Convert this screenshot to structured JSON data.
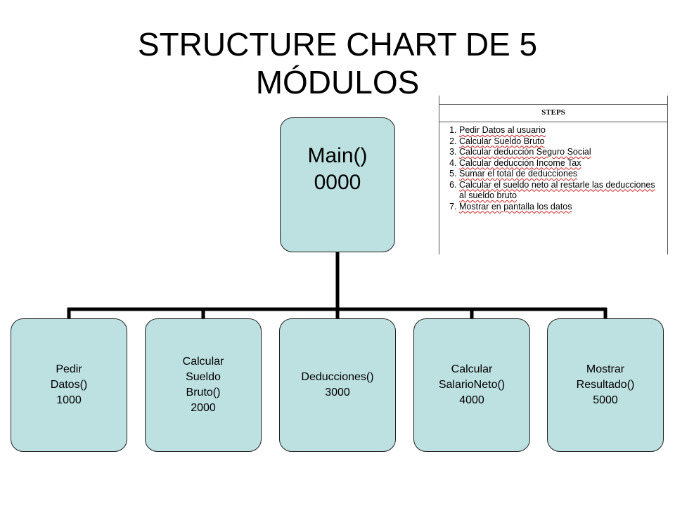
{
  "title": "STRUCTURE CHART DE 5\nMÓDULOS",
  "root": {
    "label": "Main()\n0000"
  },
  "modules": [
    {
      "label": "Pedir\nDatos()\n1000"
    },
    {
      "label": "Calcular\nSueldo\nBruto()\n2000"
    },
    {
      "label": "Deducciones()\n3000"
    },
    {
      "label": "Calcular\nSalarioNeto()\n4000"
    },
    {
      "label": "Mostrar\nResultado()\n5000"
    }
  ],
  "steps": {
    "heading": "STEPS",
    "items": [
      "Pedir Datos al usuario",
      "Calcular Sueldo Bruto",
      "Calcular deducción Seguro Social",
      "Calcular deducción Income Tax",
      "Sumar el total de deducciones",
      "Calcular el sueldo neto al restarle las deducciones al sueldo bruto",
      "Mostrar en pantalla los datos"
    ]
  },
  "colors": {
    "node_fill": "#bde0e1",
    "connector": "#000000"
  }
}
